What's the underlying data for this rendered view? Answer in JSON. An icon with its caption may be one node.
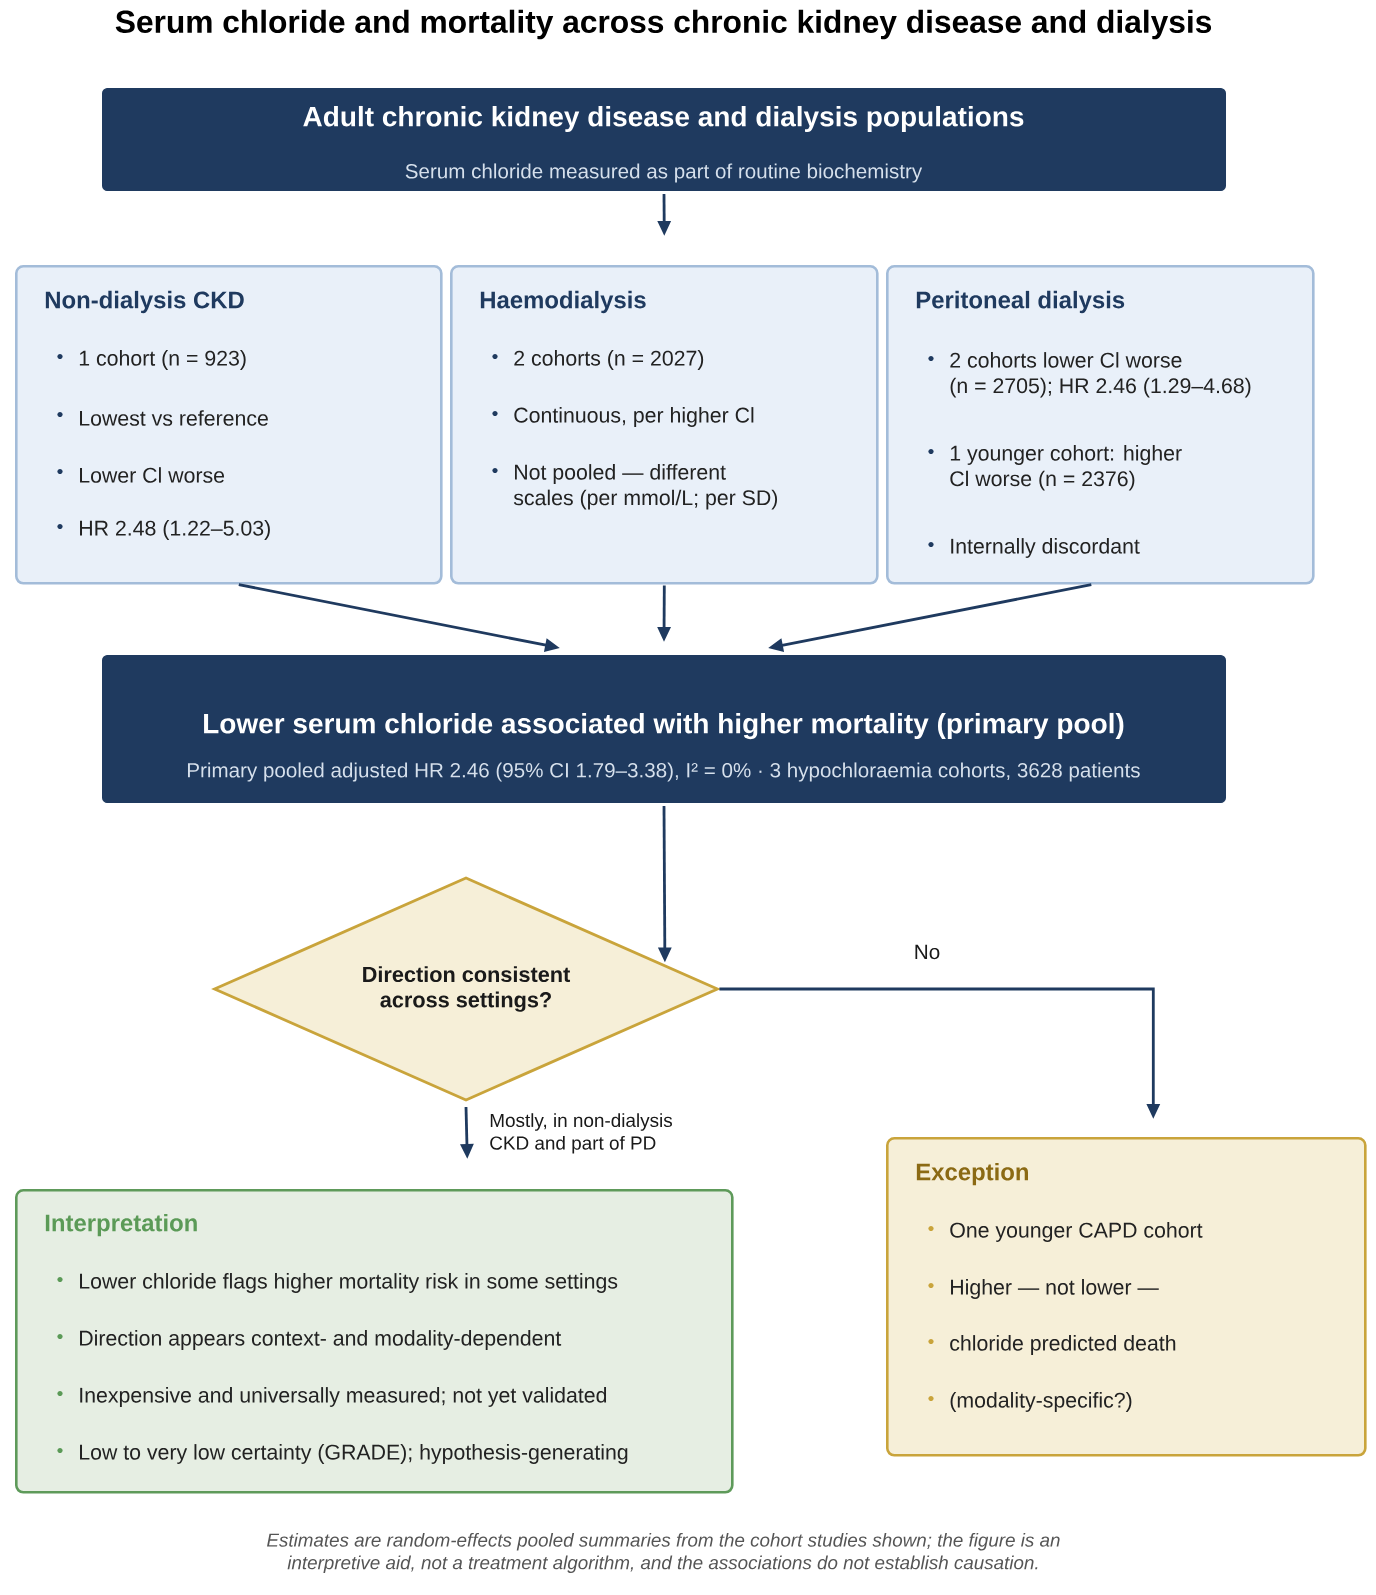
{
  "diagram": {
    "title": "Serum chloride and mortality across chronic kidney disease and dialysis",
    "nodes": [
      {
        "text": [
          "Adult chronic kidney disease and dialysis populations",
          "Serum chloride measured as part of routine biochemistry"
        ]
      },
      {
        "text": [
          "Non-dialysis CKD",
          "1 cohort (n = 923)",
          "Lowest vs reference",
          "Lower Cl worse",
          "HR 2.48 (1.22–5.03)"
        ]
      },
      {
        "text": [
          "Haemodialysis",
          "2 cohorts (n = 2027)",
          "Continuous, per higher Cl",
          "Not pooled — different scales (per mmol/L; per SD)"
        ]
      },
      {
        "text": [
          "Peritoneal dialysis",
          "2 cohorts lower Cl worse (n = 2705); HR 2.46 (1.29–4.68)",
          "1 younger cohort: higher Cl worse (n = 2376)",
          "Internally discordant"
        ]
      },
      {
        "text": [
          "Lower serum chloride associated with higher mortality (primary pool)",
          "Primary pooled adjusted HR 2.46 (95% CI 1.79–3.38), I² = 0% · 3 hypochloraemia cohorts, 3628 patients"
        ]
      },
      {
        "text": [
          "Direction consistent across settings?"
        ]
      },
      {
        "text": [
          "Interpretation",
          "Lower chloride flags higher mortality risk in some settings",
          "Direction appears context- and modality-dependent",
          "Inexpensive and universally measured; not yet validated",
          "Low to very low certainty (GRADE); hypothesis-generating"
        ]
      },
      {
        "text": [
          "Exception",
          "One younger CAPD cohort",
          "Higher — not lower —",
          "chloride predicted death",
          "(modality-specific?)"
        ]
      }
    ],
    "edges": [
      {
        "from": 0,
        "to": 2,
        "arrow": "to"
      },
      {
        "from": 1,
        "to": 4,
        "arrow": "to"
      },
      {
        "from": 2,
        "to": 4,
        "arrow": "to"
      },
      {
        "from": 3,
        "to": 4,
        "arrow": "to"
      },
      {
        "from": 4,
        "to": 5,
        "arrow": "to"
      },
      {
        "from": 5,
        "to": 7,
        "arrow": "to",
        "label": "No"
      },
      {
        "from": 5,
        "to": 6,
        "arrow": "to",
        "label": "Mostly, in non-dialysis CKD and part of PD"
      }
    ],
    "caption": "Estimates are random-effects pooled summaries from the cohort studies shown; the figure is an interpretive aid, not a treatment algorithm, and the associations do not establish causation."
  }
}
